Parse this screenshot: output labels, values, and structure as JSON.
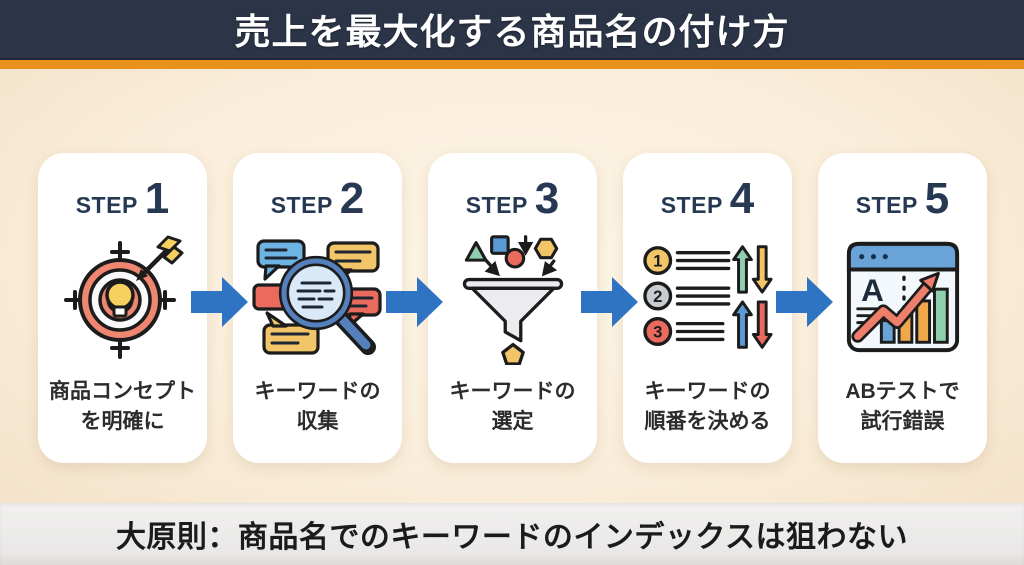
{
  "header": {
    "title": "売上を最大化する商品名の付け方"
  },
  "steps": [
    {
      "label": "STEP",
      "number": "1",
      "caption_lines": [
        "商品コンセプト",
        "を明確に"
      ],
      "icon": "target-lightbulb-icon"
    },
    {
      "label": "STEP",
      "number": "2",
      "caption_lines": [
        "キーワードの",
        "収集"
      ],
      "icon": "magnifier-bubbles-icon"
    },
    {
      "label": "STEP",
      "number": "3",
      "caption_lines": [
        "キーワードの",
        "選定"
      ],
      "icon": "funnel-icon"
    },
    {
      "label": "STEP",
      "number": "4",
      "caption_lines": [
        "キーワードの",
        "順番を決める"
      ],
      "icon": "ranking-arrows-icon"
    },
    {
      "label": "STEP",
      "number": "5",
      "caption_lines": [
        "ABテストで",
        "試行錯誤"
      ],
      "icon": "ab-test-chart-icon"
    }
  ],
  "footer": {
    "text": "大原則：商品名でのキーワードのインデックスは狙わない"
  },
  "colors": {
    "header_bg": "#2b3547",
    "accent_orange": "#e8911c",
    "page_bg": "#faeedb",
    "card_bg": "#ffffff",
    "flow_arrow_blue": "#2e74c3",
    "step_text": "#263852",
    "footer_bg": "#e9e8e7",
    "footer_text": "#1b1b1b",
    "icon_red": "#ea6a5e",
    "icon_yellow": "#f1c568",
    "icon_green": "#8fcfae",
    "icon_blue": "#5b9bd5"
  }
}
